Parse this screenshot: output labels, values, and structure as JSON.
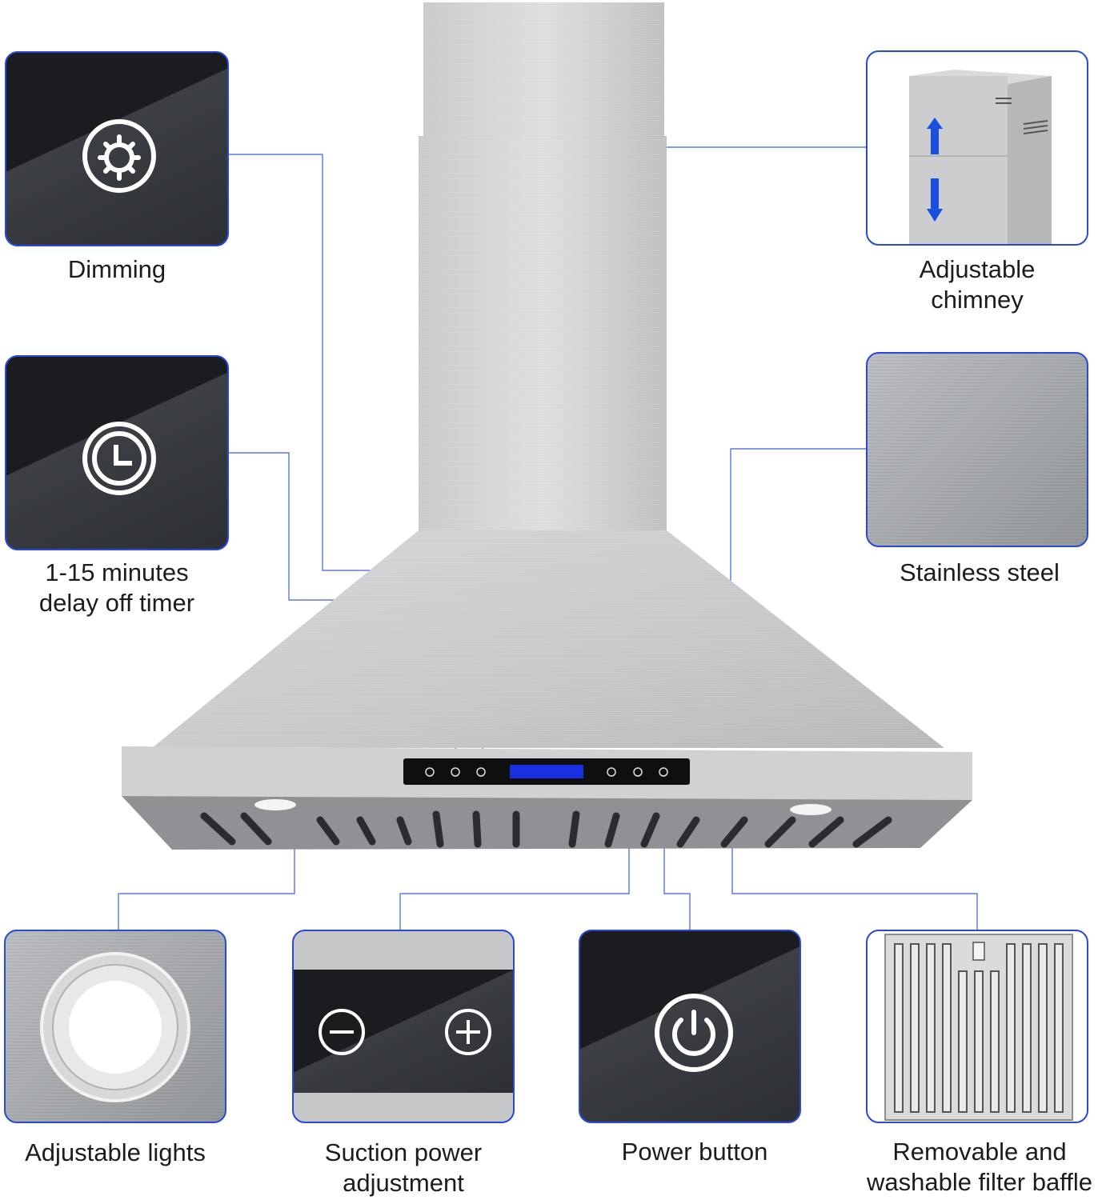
{
  "features": {
    "dimming": "Dimming",
    "timer": "1-15 minutes\ndelay off timer",
    "chimney": "Adjustable\nchimney",
    "steel": "Stainless steel",
    "lights": "Adjustable lights",
    "suction": "Suction power\nadjustment",
    "power": "Power button",
    "filter": "Removable and\nwashable filter baffle"
  },
  "icons": {
    "dimming": "gear-dial-icon",
    "timer": "clock-icon",
    "chimney": "up-down-arrows-icon",
    "suction": "minus-plus-icons",
    "power": "power-icon"
  },
  "colors": {
    "accent": "#2a49d6",
    "panel": "#1a1c1f",
    "display": "#1a2fe0"
  }
}
